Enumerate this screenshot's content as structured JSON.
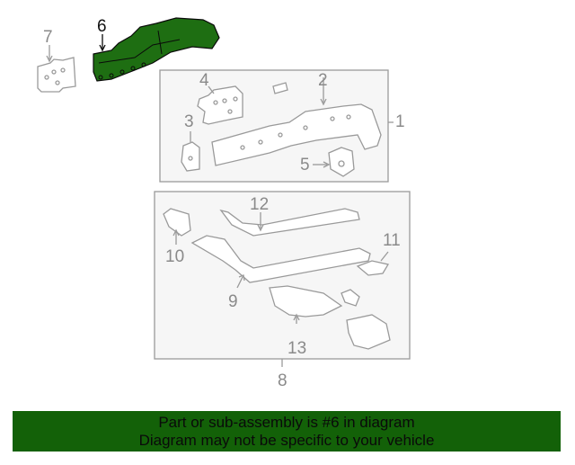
{
  "diagram": {
    "highlighted_part": "6",
    "highlight_color": "#1e6e12",
    "line_color": "#8a8a8a",
    "callouts": [
      {
        "id": "1",
        "label": "1"
      },
      {
        "id": "2",
        "label": "2"
      },
      {
        "id": "3",
        "label": "3"
      },
      {
        "id": "4",
        "label": "4"
      },
      {
        "id": "5",
        "label": "5"
      },
      {
        "id": "6",
        "label": "6"
      },
      {
        "id": "7",
        "label": "7"
      },
      {
        "id": "8",
        "label": "8"
      },
      {
        "id": "9",
        "label": "9"
      },
      {
        "id": "10",
        "label": "10"
      },
      {
        "id": "11",
        "label": "11"
      },
      {
        "id": "12",
        "label": "12"
      },
      {
        "id": "13",
        "label": "13"
      }
    ]
  },
  "banner": {
    "line1": "Part or sub-assembly is #6 in diagram",
    "line2": "Diagram may not be specific to your vehicle",
    "background": "#136108"
  }
}
